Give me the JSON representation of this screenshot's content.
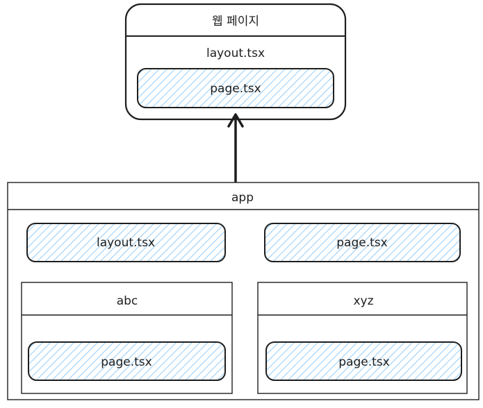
{
  "webpage": {
    "title": "웹 페이지",
    "layout_label": "layout.tsx",
    "page_label": "page.tsx"
  },
  "app": {
    "title": "app",
    "layout_label": "layout.tsx",
    "page_label": "page.tsx",
    "folders": [
      {
        "title": "abc",
        "page_label": "page.tsx"
      },
      {
        "title": "xyz",
        "page_label": "page.tsx"
      }
    ]
  },
  "colors": {
    "stroke": "#1e1e1e",
    "hatch": "#a5d8ff"
  }
}
